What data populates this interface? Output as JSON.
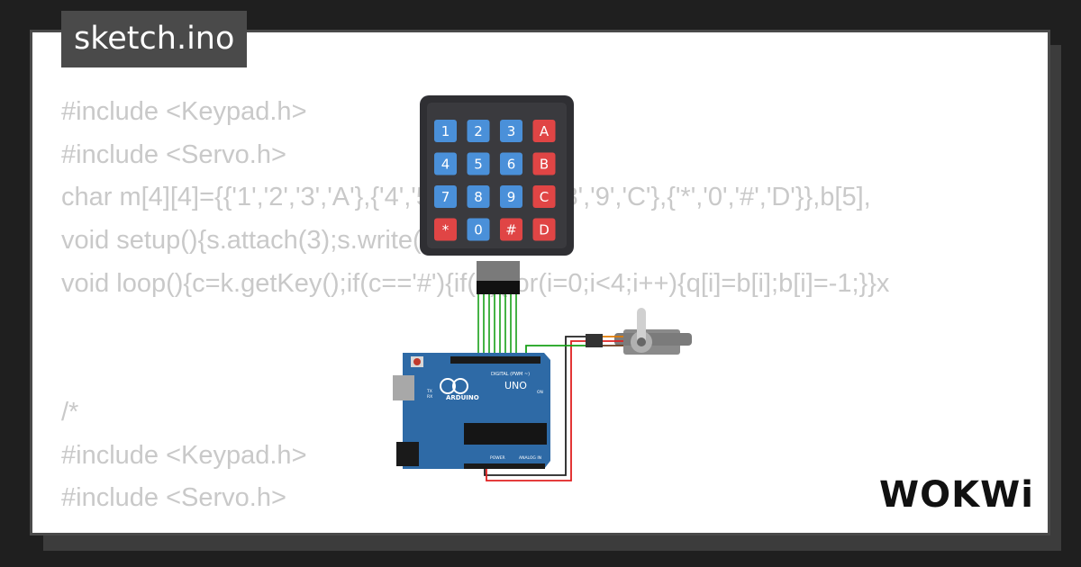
{
  "file": {
    "name": "sketch.ino"
  },
  "code_lines": [
    "#include <Keypad.h>",
    "#include <Servo.h>",
    "char m[4][4]={{'1','2','3','A'},{'4','5','6','B'},{'7','8','9','C'},{'*','0','#','D'}},b[5],",
    "void setup(){s.attach(3);s.write(0);}",
    "void loop(){c=k.getKey();if(c=='#'){if(o){for(i=0;i<4;i++){q[i]=b[i];b[i]=-1;}}x",
    "",
    "",
    "/*",
    "#include <Keypad.h>",
    "#include <Servo.h>"
  ],
  "keypad": {
    "keys": [
      {
        "label": "1",
        "type": "num"
      },
      {
        "label": "2",
        "type": "num"
      },
      {
        "label": "3",
        "type": "num"
      },
      {
        "label": "A",
        "type": "func"
      },
      {
        "label": "4",
        "type": "num"
      },
      {
        "label": "5",
        "type": "num"
      },
      {
        "label": "6",
        "type": "num"
      },
      {
        "label": "B",
        "type": "func"
      },
      {
        "label": "7",
        "type": "num"
      },
      {
        "label": "8",
        "type": "num"
      },
      {
        "label": "9",
        "type": "num"
      },
      {
        "label": "C",
        "type": "func"
      },
      {
        "label": "*",
        "type": "func"
      },
      {
        "label": "0",
        "type": "num"
      },
      {
        "label": "#",
        "type": "func"
      },
      {
        "label": "D",
        "type": "func"
      }
    ]
  },
  "board": {
    "name": "ARDUINO",
    "model": "UNO",
    "digital_label": "DIGITAL (PWM ~)",
    "power_label": "POWER",
    "analog_label": "ANALOG IN",
    "tx_label": "TX",
    "rx_label": "RX",
    "on_label": "ON"
  },
  "brand": {
    "logo": "WOKWi"
  },
  "colors": {
    "num_key": "#4a90d9",
    "func_key": "#e04545",
    "board": "#2e6aa6",
    "wire_signal": "#18a018",
    "wire_power": "#e02020",
    "wire_ground": "#222222",
    "code_text": "#c9c9c9"
  }
}
